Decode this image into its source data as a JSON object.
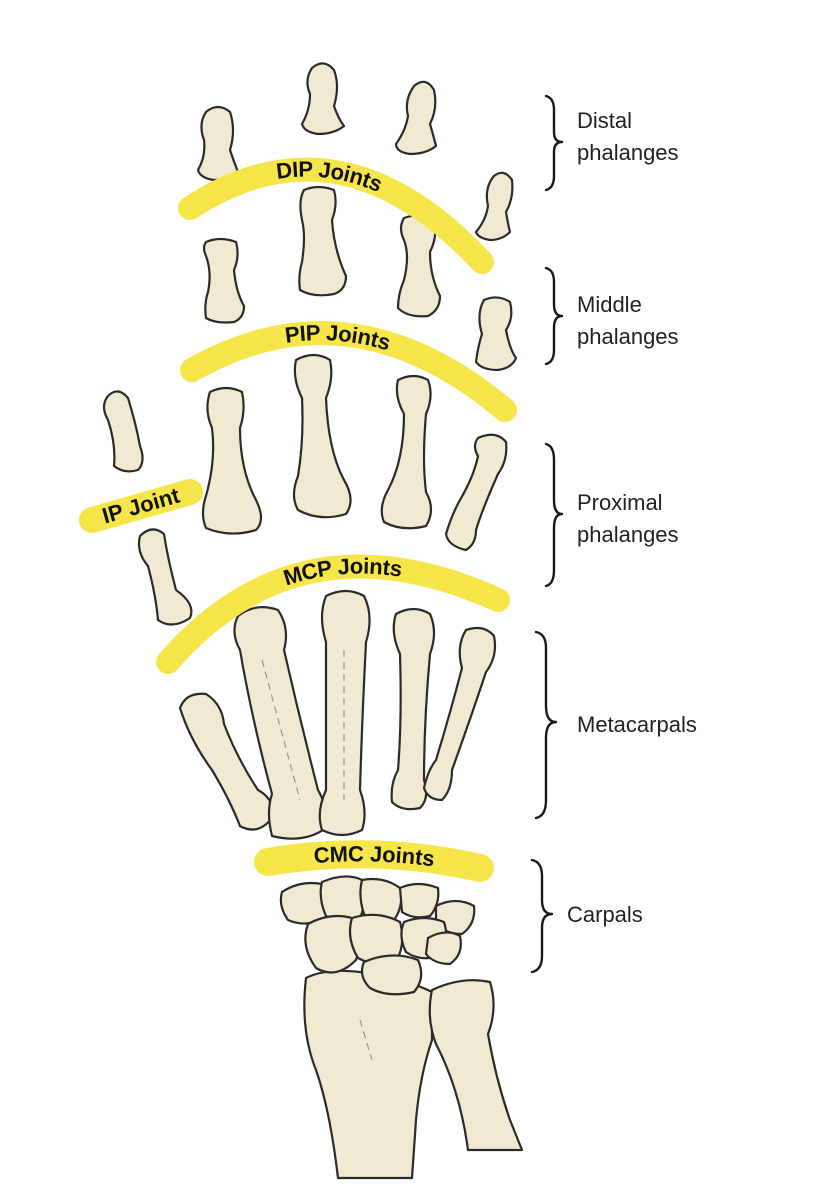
{
  "colors": {
    "joint_band": "#f7e649",
    "bone_fill": "#f1ead2",
    "bone_outline": "#2b2b2b"
  },
  "joints": {
    "dip": "DIP Joints",
    "pip": "PIP Joints",
    "ip": "IP Joint",
    "mcp": "MCP Joints",
    "cmc": "CMC Joints"
  },
  "regions": {
    "distal": {
      "line1": "Distal",
      "line2": "phalanges"
    },
    "middle": {
      "line1": "Middle",
      "line2": "phalanges"
    },
    "proximal": {
      "line1": "Proximal",
      "line2": "phalanges"
    },
    "metacarpals": {
      "line1": "Metacarpals"
    },
    "carpals": {
      "line1": "Carpals"
    }
  }
}
